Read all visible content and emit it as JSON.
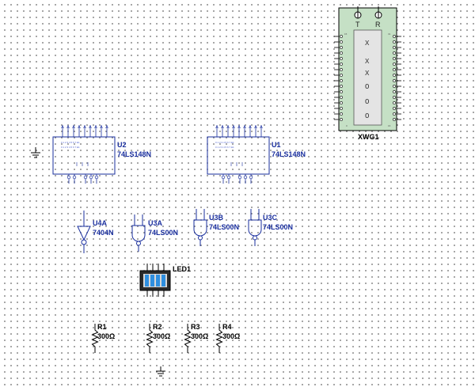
{
  "components": {
    "wg1": {
      "ref": "XWG1",
      "term_t": "T",
      "term_r": "R",
      "pin_top_left": "15",
      "pin_top_right": "31",
      "pin_bot_left": "0",
      "pin_bot_right": "16",
      "display": [
        "X",
        "X",
        "X",
        "O",
        "O",
        "O"
      ]
    },
    "u2": {
      "ref": "U2",
      "part": "74LS148N",
      "pin_label": "0 1 2 3 4 5 6 7 E1"
    },
    "u1": {
      "ref": "U1",
      "part": "74LS148N",
      "pin_label": "0 1 2 3 4 5 6 7 E1"
    },
    "u4a": {
      "ref": "U4A",
      "part": "7404N"
    },
    "u3a": {
      "ref": "U3A",
      "part": "74LS00N"
    },
    "u3b": {
      "ref": "U3B",
      "part": "74LS00N"
    },
    "u3c": {
      "ref": "U3C",
      "part": "74LS00N"
    },
    "led1": {
      "ref": "LED1"
    },
    "r1": {
      "ref": "R1",
      "value": "300Ω"
    },
    "r2": {
      "ref": "R2",
      "value": "300Ω"
    },
    "r3": {
      "ref": "R3",
      "value": "300Ω"
    },
    "r4": {
      "ref": "R4",
      "value": "300Ω"
    }
  },
  "colors": {
    "component": "#1a2f9e",
    "wg_body": "#c5e0c5",
    "led_segment": "#2f8fe0",
    "grid_dot": "#8a8a8a"
  }
}
